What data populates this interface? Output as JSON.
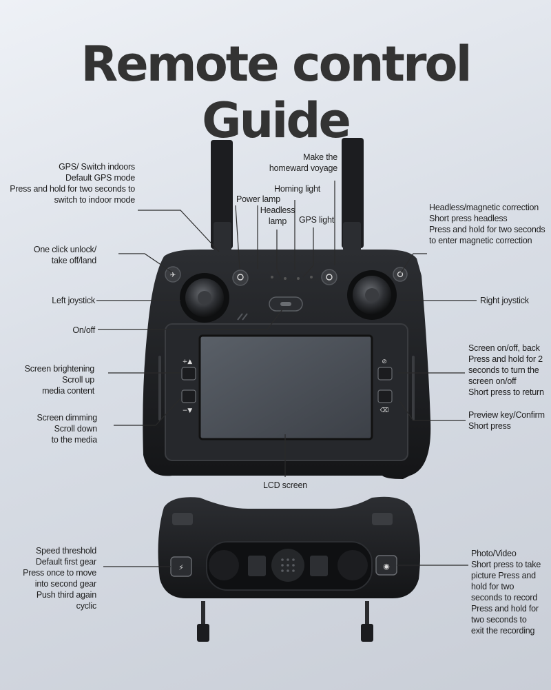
{
  "title": "Remote control Guide",
  "colors": {
    "body": "#1d1f22",
    "screen": "#4a4f56",
    "line": "#2a2a2a"
  },
  "labels": {
    "gps_switch": "GPS/ Switch indoors\nDefault GPS mode\nPress and hold for two seconds to\nswitch to indoor mode",
    "homeward": "Make the\nhomeward voyage",
    "homing_light": "Homing light",
    "power_lamp": "Power lamp",
    "headless_lamp": "Headless\nlamp",
    "gps_light": "GPS light",
    "headless_magnetic": "Headless/magnetic correction\nShort press headless\nPress and hold for two seconds\nto enter magnetic correction",
    "one_click": "One click unlock/\ntake off/land",
    "left_joystick": "Left joystick",
    "right_joystick": "Right joystick",
    "on_off": "On/off",
    "screen_brightening": "Screen brightening\nScroll up\nmedia content",
    "screen_dimming": "Screen dimming\nScroll down\nto the media",
    "screen_onoff": "Screen on/off, back\nPress and hold for 2\nseconds to turn the\nscreen on/off\nShort press to return",
    "preview": "Preview key/Confirm\nShort press",
    "lcd": "LCD screen",
    "speed": "Speed threshold\nDefault first gear\nPress once to move\ninto second gear\nPush third again\ncyclic",
    "photo_video": "Photo/Video\nShort press to take\npicture Press and\nhold for two\nseconds to record\nPress and hold for\ntwo seconds to\nexit the recording"
  }
}
